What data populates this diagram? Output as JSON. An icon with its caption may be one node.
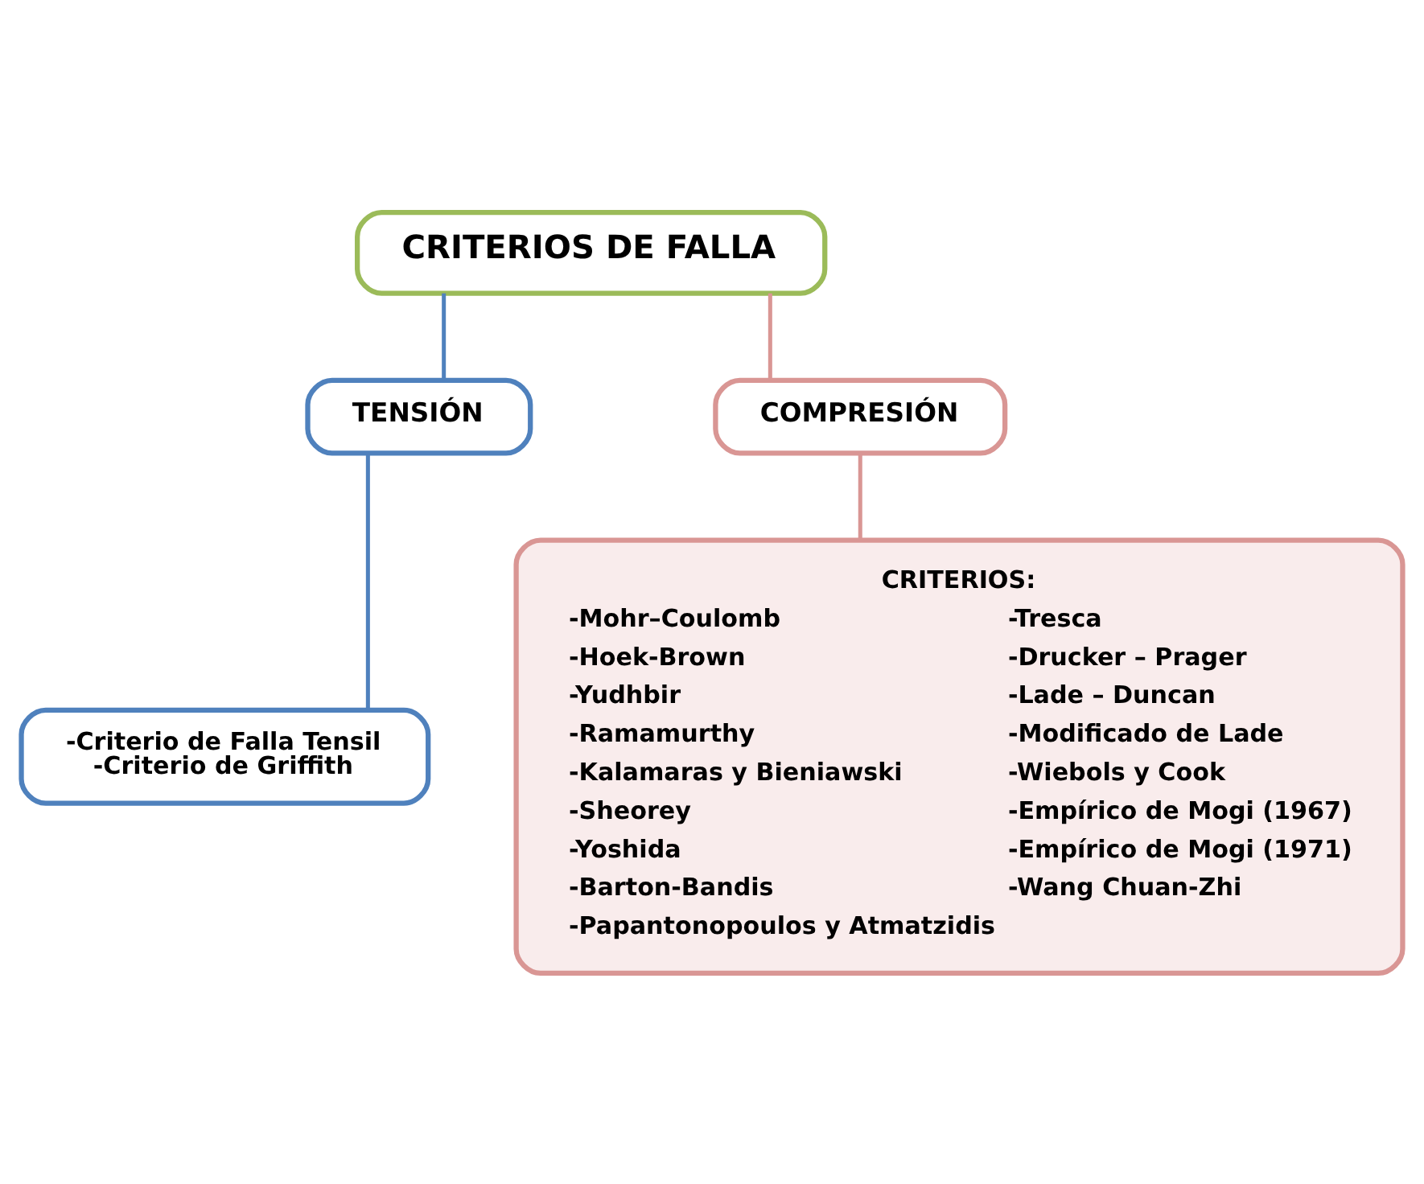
{
  "diagram": {
    "nodes": [
      {
        "text": [
          "CRITERIOS DE FALLA"
        ]
      },
      {
        "text": [
          "TENSIÓN"
        ]
      },
      {
        "text": [
          "COMPRESIÓN"
        ]
      },
      {
        "text": [
          "-Criterio de Falla Tensil",
          "-Criterio de Griffith"
        ]
      },
      {
        "text": [
          "CRITERIOS:",
          "-Mohr–Coulomb",
          "-Hoek-Brown",
          "-Yudhbir",
          "-Ramamurthy",
          "-Kalamaras y Bieniawski",
          "-Sheorey",
          "-Yoshida",
          "-Barton-Bandis",
          "-Papantonopoulos y Atmatzidis",
          "-Tresca",
          "-Drucker – Prager",
          "-Lade – Duncan",
          "-Modificado de Lade",
          "-Wiebols y Cook",
          "-Empírico de Mogi (1967)",
          "-Empírico de Mogi (1971)",
          "-Wang Chuan-Zhi"
        ]
      }
    ],
    "edges": [
      {
        "from": 0,
        "to": 1,
        "arrow": "none",
        "color": "#4f81bd"
      },
      {
        "from": 0,
        "to": 2,
        "arrow": "none",
        "color": "#d99694"
      },
      {
        "from": 1,
        "to": 3,
        "arrow": "none",
        "color": "#4f81bd"
      },
      {
        "from": 2,
        "to": 4,
        "arrow": "none",
        "color": "#d99694"
      }
    ]
  }
}
